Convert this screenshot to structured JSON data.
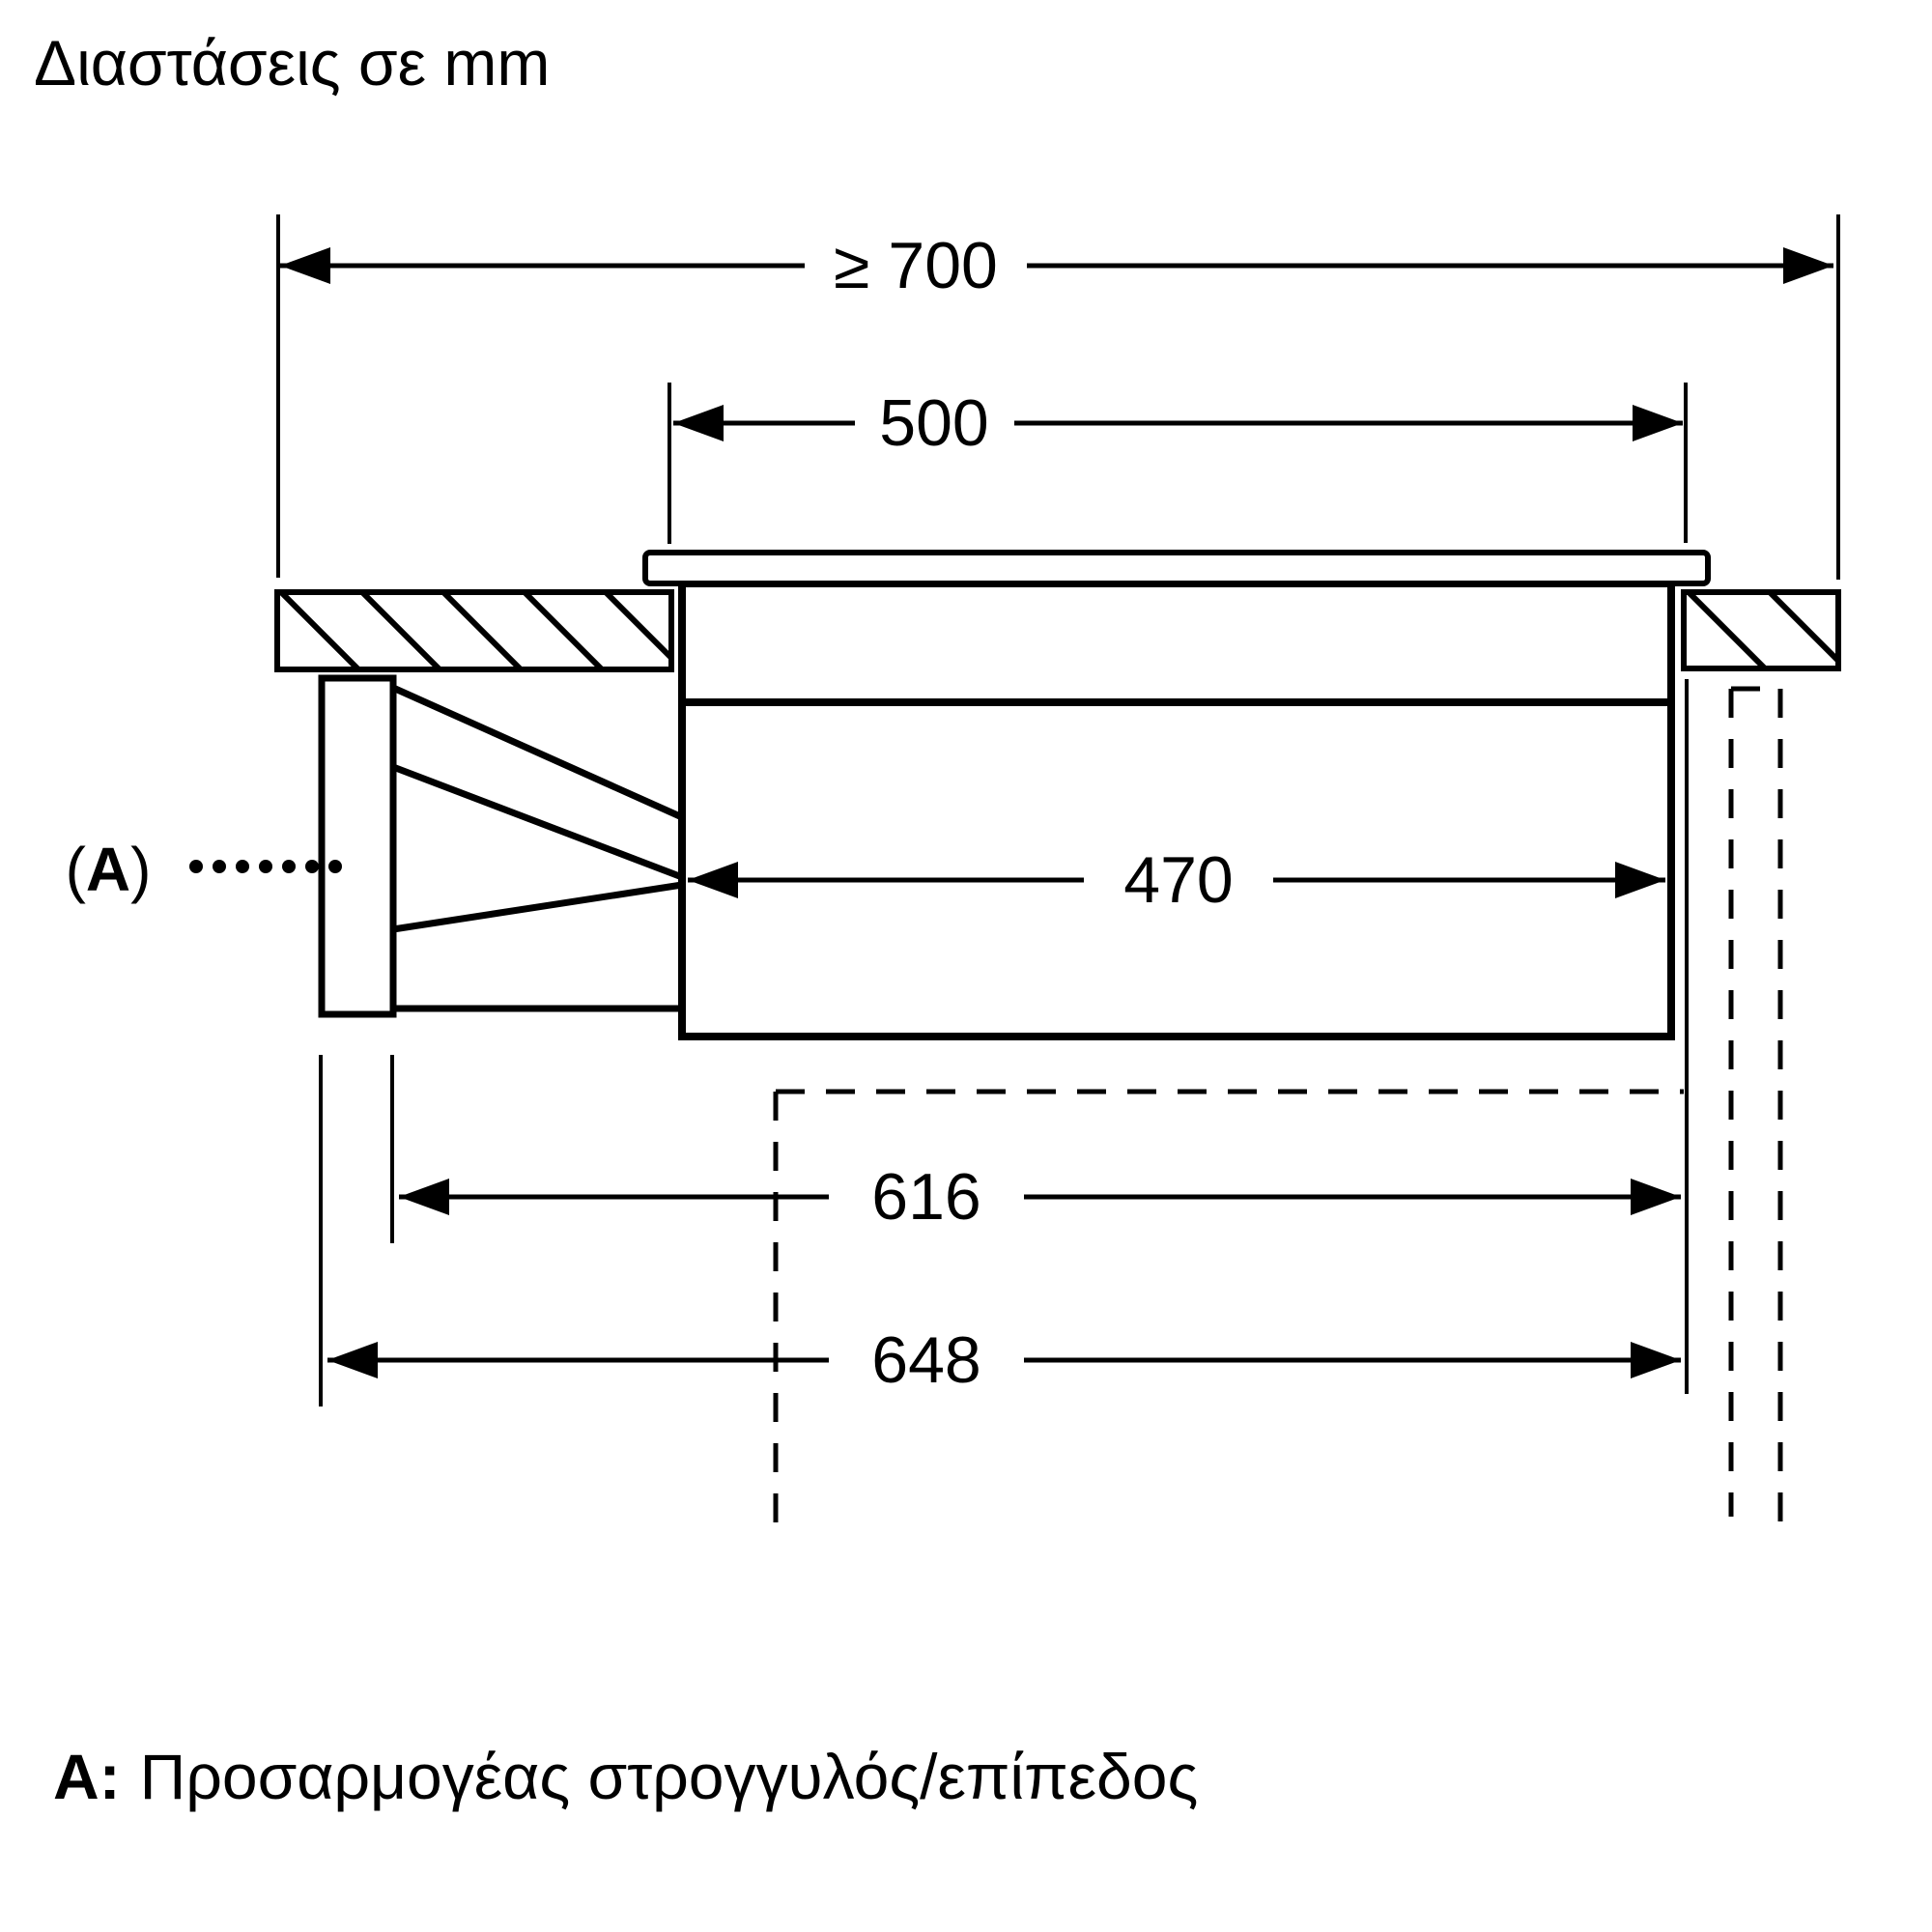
{
  "title": "Διαστάσεις σε mm",
  "unit": "mm",
  "dimensions": {
    "overall_width": {
      "label": "≥ 700",
      "value_mm": 700,
      "constraint": "minimum"
    },
    "cutout_width": {
      "label": "500",
      "value_mm": 500
    },
    "appliance_width": {
      "label": "470",
      "value_mm": 470
    },
    "duct_length_inner": {
      "label": "616",
      "value_mm": 616
    },
    "duct_length_outer": {
      "label": "648",
      "value_mm": 648
    }
  },
  "marker_a": {
    "open": "(",
    "letter": "A",
    "close": ")"
  },
  "caption": {
    "prefix": "A:",
    "text": "Προσαρμογέας στρογγυλός/επίπεδος"
  },
  "colors": {
    "line": "#000000",
    "background": "#ffffff"
  }
}
